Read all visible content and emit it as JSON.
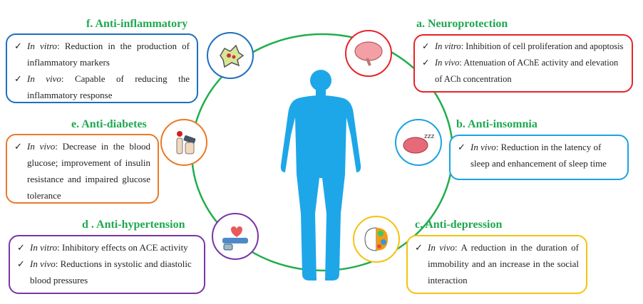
{
  "check_glyph": "✓",
  "sections": {
    "a": {
      "title": "a. Neuroprotection",
      "color": "#e8232a",
      "items": [
        {
          "label": "In vitro",
          "text": ": Inhibition of  cell proliferation and apoptosis"
        },
        {
          "label": "In vivo",
          "text": ": Attenuation of AChE activity and elevation of ACh concentration"
        }
      ]
    },
    "b": {
      "title": "b. Anti-insomnia",
      "color": "#1aa3e0",
      "items": [
        {
          "label": "In vivo",
          "text": ": Reduction in the latency of sleep and  enhancement of sleep time"
        }
      ]
    },
    "c": {
      "title": "c. Anti-depression",
      "color": "#f2c30f",
      "items": [
        {
          "label": "In vivo",
          "text": ": A reduction in the duration of immobility and an increase in the social interaction"
        }
      ]
    },
    "d": {
      "title": "d . Anti-hypertension",
      "color": "#7a35a8",
      "items": [
        {
          "label": "In vitro",
          "text": ": Inhibitory effects on ACE activity"
        },
        {
          "label": "In vivo",
          "text": ": Reductions in systolic and diastolic blood pressures"
        }
      ]
    },
    "e": {
      "title": "e. Anti-diabetes",
      "color": "#ea7a26",
      "items": [
        {
          "label": "In vivo",
          "text": ": Decrease in the blood glucose; improvement of insulin resistance and impaired glucose tolerance"
        }
      ]
    },
    "f": {
      "title": "f. Anti-inflammatory",
      "color": "#1f6fbf",
      "items": [
        {
          "label": "In vitro",
          "text": ": Reduction in the production of inflammatory markers"
        },
        {
          "label": "In vivo",
          "text": ": Capable of reducing the inflammatory response"
        }
      ]
    }
  },
  "icons": {
    "a": "brain-icon",
    "b": "sleeping-brain-icon",
    "c": "colorful-brain-icon",
    "d": "blood-pressure-cuff-icon",
    "e": "glucose-test-icon",
    "f": "inflammatory-cell-icon"
  },
  "colors": {
    "ring": "#1fae4b",
    "body": "#1ea7e8",
    "title": "#1fa84f"
  }
}
